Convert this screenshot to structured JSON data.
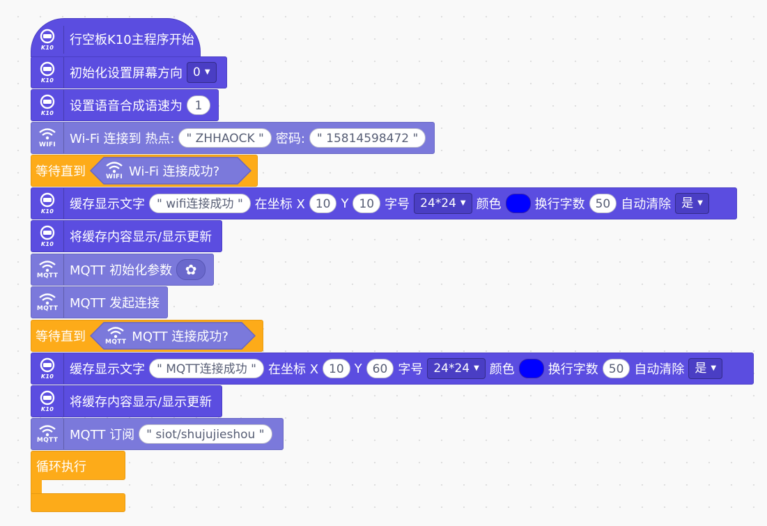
{
  "program": {
    "start": {
      "label": "行空板K10主程序开始",
      "icon_text": "K10"
    },
    "init_screen": {
      "label": "初始化设置屏幕方向",
      "value": "0"
    },
    "speech_speed": {
      "label": "设置语音合成语速为",
      "value": "1"
    },
    "wifi_connect": {
      "label": "Wi-Fi 连接到 热点:",
      "ssid": "\" ZHHAOCK \"",
      "pwd_label": "密码:",
      "password": "\" 15814598472 \"",
      "icon_text": "WIFI"
    },
    "wait_wifi": {
      "label": "等待直到",
      "condition": "Wi-Fi 连接成功?",
      "icon_text": "WIFI"
    },
    "cache_text_1": {
      "label": "缓存显示文字",
      "text": "\" wifi连接成功 \"",
      "at": "在坐标 X",
      "x": "10",
      "y_label": "Y",
      "y": "10",
      "font_label": "字号",
      "font": "24*24",
      "color_label": "颜色",
      "color": "#0000ff",
      "wrap_label": "换行字数",
      "wrap": "50",
      "clear_label": "自动清除",
      "clear": "是"
    },
    "refresh_1": {
      "label": "将缓存内容显示/显示更新"
    },
    "mqtt_init": {
      "label": "MQTT 初始化参数",
      "icon_text": "MQTT"
    },
    "mqtt_connect": {
      "label": "MQTT 发起连接"
    },
    "wait_mqtt": {
      "label": "等待直到",
      "condition": "MQTT 连接成功?",
      "icon_text": "MQTT"
    },
    "cache_text_2": {
      "label": "缓存显示文字",
      "text": "\" MQTT连接成功 \"",
      "at": "在坐标 X",
      "x": "10",
      "y_label": "Y",
      "y": "60",
      "font_label": "字号",
      "font": "24*24",
      "color_label": "颜色",
      "color": "#0000ff",
      "wrap_label": "换行字数",
      "wrap": "50",
      "clear_label": "自动清除",
      "clear": "是"
    },
    "refresh_2": {
      "label": "将缓存内容显示/显示更新"
    },
    "mqtt_subscribe": {
      "label": "MQTT 订阅",
      "topic": "\" siot/shujujieshou \""
    },
    "loop": {
      "label": "循环执行"
    }
  },
  "colors": {
    "k10_block": "#5b4de0",
    "mqtt_block": "#7b79db",
    "control_block": "#fdab19"
  },
  "icons": {
    "k10": "k10-board-icon",
    "wifi": "wifi-icon",
    "mqtt": "mqtt-wifi-icon",
    "settings": "gear-icon",
    "dropdown": "chevron-down-icon"
  }
}
